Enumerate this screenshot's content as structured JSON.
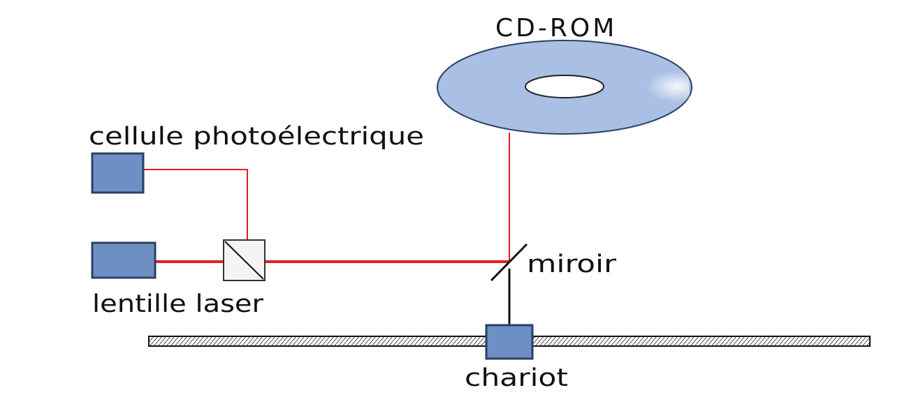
{
  "labels": {
    "disc": "CD-ROM",
    "photocell": "cellule photoélectrique",
    "laser": "lentille laser",
    "mirror": "miroir",
    "carriage": "chariot"
  },
  "colors": {
    "component_fill": "#6e8fc4",
    "component_stroke": "#2c3f63",
    "disc_fill": "#a9c0e4",
    "beam": "#e02020",
    "line": "#111111",
    "rail_hatch": "#222222"
  }
}
